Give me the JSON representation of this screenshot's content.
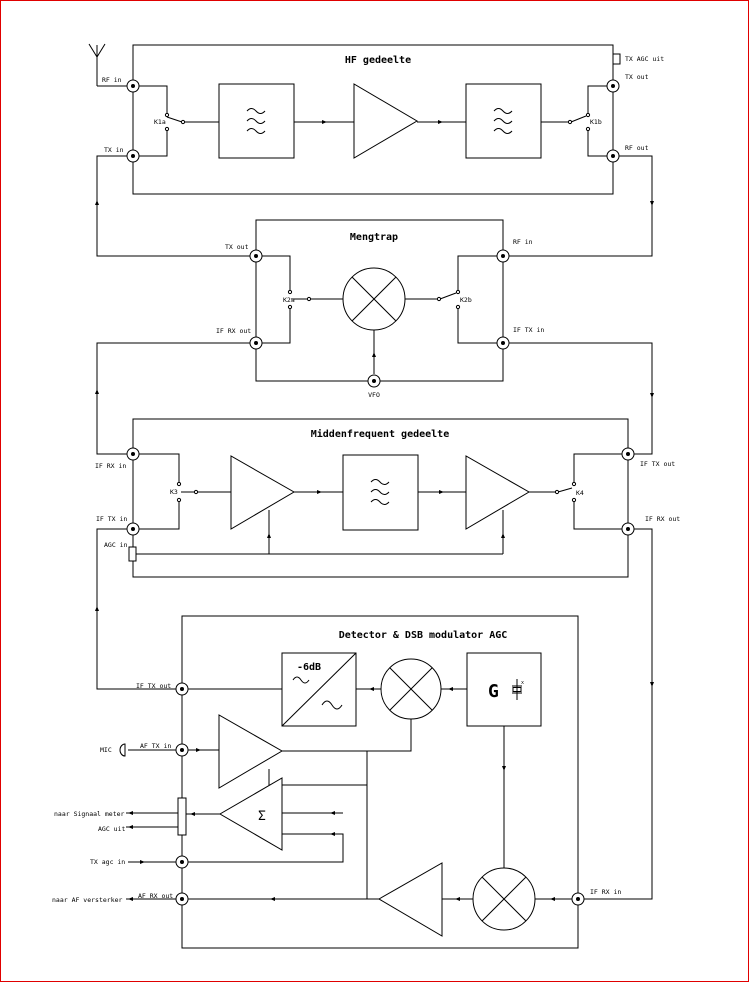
{
  "colors": {
    "frame": "#e00000",
    "line": "#000000"
  },
  "sections": {
    "hf": {
      "title": "HF gedeelte",
      "rf_in": "RF in",
      "tx_in": "TX in",
      "k1a": "K1a",
      "k1b": "K1b",
      "tx_agc_uit": "TX AGC uit",
      "tx_out": "TX out",
      "rf_out": "RF out"
    },
    "mixer": {
      "title": "Mengtrap",
      "tx_out": "TX out",
      "if_rx_out": "IF RX out",
      "k2a": "K2a",
      "k2b": "K2b",
      "rf_in": "RF in",
      "if_tx_in": "IF TX in",
      "vfo": "VFO"
    },
    "if": {
      "title": "Middenfrequent gedeelte",
      "if_rx_in": "IF RX in",
      "if_tx_in": "IF TX in",
      "agc_in": "AGC in",
      "k3": "K3",
      "k4": "K4",
      "if_tx_out": "IF TX out",
      "if_rx_out": "IF RX out"
    },
    "detector": {
      "title": "Detector & DSB modulator AGC",
      "if_tx_out": "IF TX out",
      "mic": "MIC",
      "af_tx_in": "AF TX in",
      "naar_signaal_meter": "naar Signaal meter",
      "agc_uit": "AGC uit",
      "tx_agc_in": "TX agc in",
      "naar_af_versterker": "naar AF versterker",
      "af_rx_out": "AF RX out",
      "if_rx_in": "IF RX in",
      "minus_6db": "-6dB",
      "sigma": "Σ",
      "g": "G"
    }
  }
}
